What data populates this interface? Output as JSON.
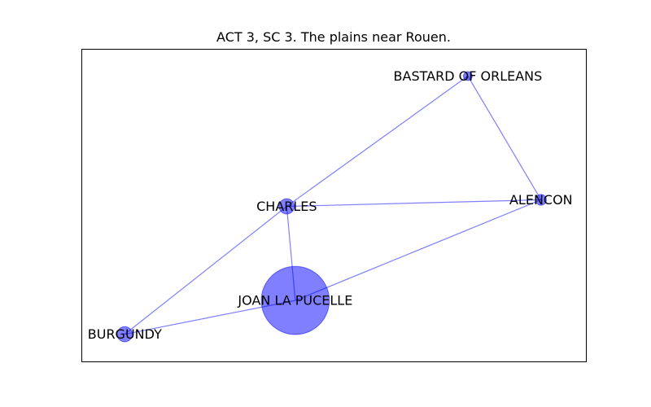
{
  "chart_data": {
    "type": "network",
    "title": "ACT 3, SC 3. The plains near Rouen.",
    "node_color": "#0000ff",
    "edge_color": "#0000ff",
    "nodes": [
      {
        "label": "BASTARD OF ORLEANS",
        "x": 0.766,
        "y": 0.913,
        "weight": 1
      },
      {
        "label": "ALENCON",
        "x": 0.911,
        "y": 0.517,
        "weight": 1.5
      },
      {
        "label": "CHARLES",
        "x": 0.407,
        "y": 0.496,
        "weight": 3
      },
      {
        "label": "JOAN LA PUCELLE",
        "x": 0.424,
        "y": 0.195,
        "weight": 60
      },
      {
        "label": "BURGUNDY",
        "x": 0.086,
        "y": 0.087,
        "weight": 3
      }
    ],
    "edges": [
      [
        "BASTARD OF ORLEANS",
        "CHARLES"
      ],
      [
        "BASTARD OF ORLEANS",
        "ALENCON"
      ],
      [
        "CHARLES",
        "ALENCON"
      ],
      [
        "CHARLES",
        "JOAN LA PUCELLE"
      ],
      [
        "CHARLES",
        "BURGUNDY"
      ],
      [
        "JOAN LA PUCELLE",
        "ALENCON"
      ],
      [
        "JOAN LA PUCELLE",
        "BURGUNDY"
      ]
    ],
    "xlim": [
      0,
      1
    ],
    "ylim": [
      0,
      1
    ]
  }
}
